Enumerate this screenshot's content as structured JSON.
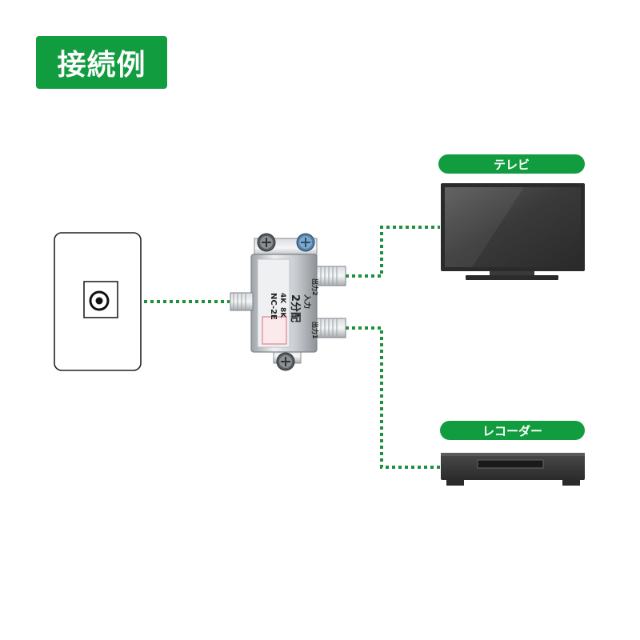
{
  "title": "接続例",
  "devices": {
    "tv": {
      "label": "テレビ"
    },
    "recorder": {
      "label": "レコーダー"
    }
  },
  "splitter": {
    "input_label": "入力",
    "output1_label": "出力1",
    "output2_label": "出力2",
    "split_label": "2分配",
    "model": "NC-2E",
    "tags": [
      "4K",
      "8K"
    ]
  },
  "colors": {
    "accent": "#119c3f",
    "cable": "#1e8f3a",
    "tv_body": "#2b2b2b",
    "wall_outline": "#222222"
  }
}
